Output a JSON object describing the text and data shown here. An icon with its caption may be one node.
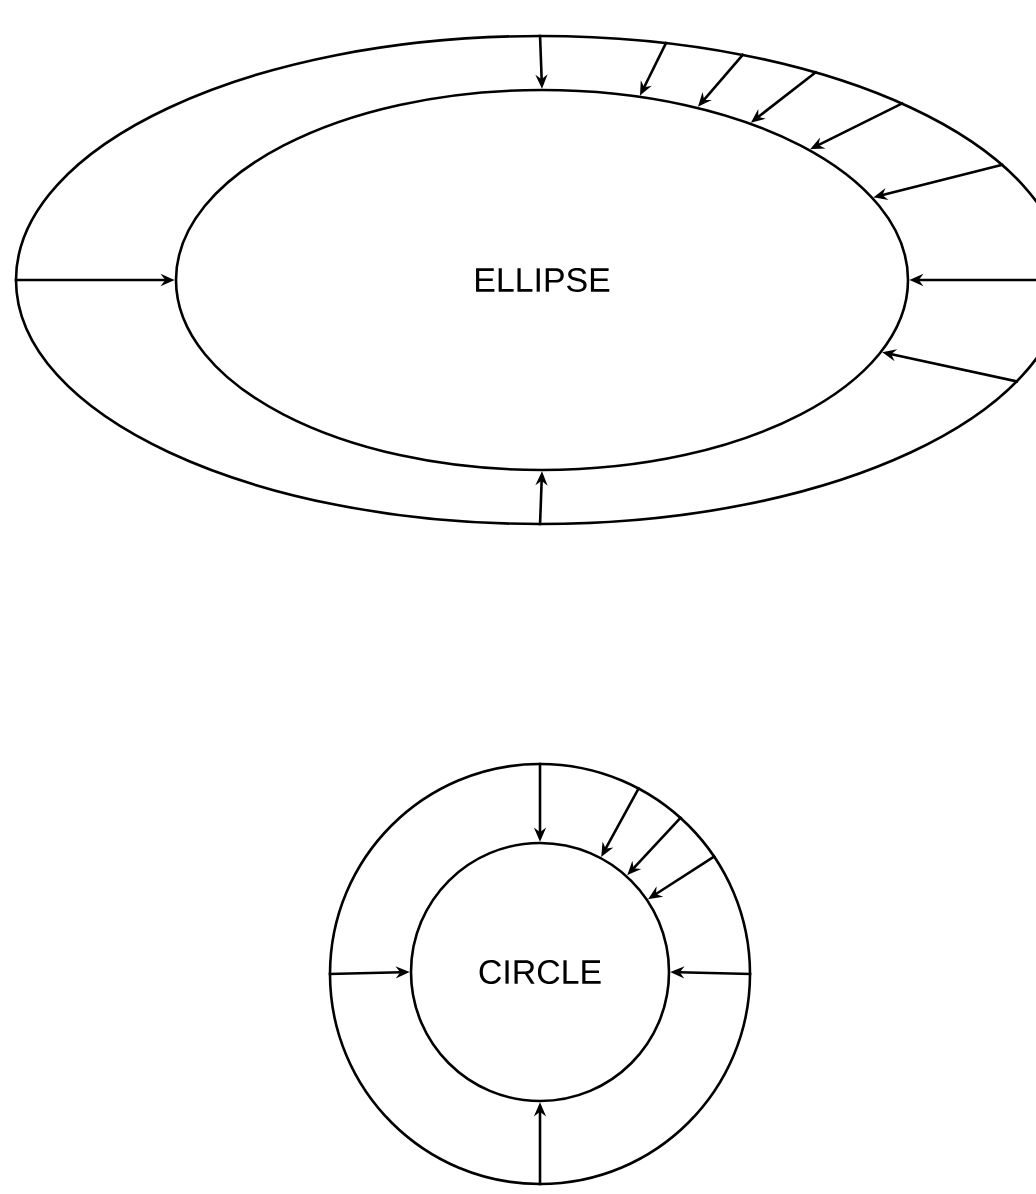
{
  "diagram": {
    "nodes": [
      {
        "text": [],
        "shape": "ellipse"
      },
      {
        "text": [
          "ELLIPSE"
        ],
        "in": 0
      },
      {
        "text": [],
        "shape": "circle"
      },
      {
        "text": [
          "CIRCLE"
        ],
        "in": 2
      }
    ],
    "edges": [
      {
        "from": 0,
        "to": 1,
        "arrow": "to"
      },
      {
        "from": 0,
        "to": 1,
        "arrow": "to"
      },
      {
        "from": 0,
        "to": 1,
        "arrow": "to"
      },
      {
        "from": 0,
        "to": 1,
        "arrow": "to"
      },
      {
        "from": 0,
        "to": 1,
        "arrow": "to"
      },
      {
        "from": 0,
        "to": 1,
        "arrow": "to"
      },
      {
        "from": 0,
        "to": 1,
        "arrow": "to"
      },
      {
        "from": 0,
        "to": 1,
        "arrow": "to"
      },
      {
        "from": 0,
        "to": 1,
        "arrow": "to"
      },
      {
        "from": 0,
        "to": 1,
        "arrow": "to"
      },
      {
        "from": 2,
        "to": 3,
        "arrow": "to"
      },
      {
        "from": 2,
        "to": 3,
        "arrow": "to"
      },
      {
        "from": 2,
        "to": 3,
        "arrow": "to"
      },
      {
        "from": 2,
        "to": 3,
        "arrow": "to"
      },
      {
        "from": 2,
        "to": 3,
        "arrow": "to"
      },
      {
        "from": 2,
        "to": 3,
        "arrow": "to"
      },
      {
        "from": 2,
        "to": 3,
        "arrow": "to"
      }
    ]
  }
}
